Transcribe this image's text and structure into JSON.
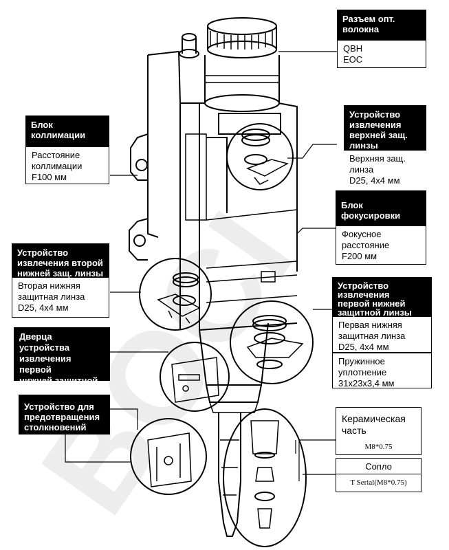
{
  "watermark": "BOCI",
  "callouts": {
    "qbh": {
      "title": "Разъем опт.\nволокна",
      "body": "QBH\nEOC"
    },
    "upper_lens": {
      "title": "Устройство\nизвлечения\nверхней защ.\nлинзы",
      "body": "Верхняя защ.\nлинза\nD25, 4x4 мм"
    },
    "collimation": {
      "title": "Блок\nколлимации",
      "body": "Расстояние\nколлимации\nF100 мм"
    },
    "focusing": {
      "title": "Блок\nфокусировки",
      "body": "Фокусное\nрасстояние\nF200 мм"
    },
    "second_lower": {
      "title": "Устройство\nизвлечения второй\nнижней защ. линзы",
      "body": "Вторая нижняя\nзащитная линза\nD25, 4x4 мм"
    },
    "first_lower": {
      "title": "Устройство\nизвлечения\nпервой нижней\nзащитной линзы",
      "body": "Первая нижняя\nзащитная линза\nD25, 4x4 мм"
    },
    "spring_seal": {
      "body": "Пружинное\nуплотнение\n31x23x3,4 мм"
    },
    "door": {
      "title": "Дверца устройства\nизвлечения первой\nнижней защитной\nлинзы"
    },
    "collision": {
      "title": "Устройство для\nпредотвращения\nстолкновений"
    },
    "ceramic": {
      "body": "Керамическая\nчасть",
      "spec": "M8*0.75"
    },
    "nozzle": {
      "body": "Сопло",
      "spec": "T Serial(M8*0.75)"
    }
  }
}
